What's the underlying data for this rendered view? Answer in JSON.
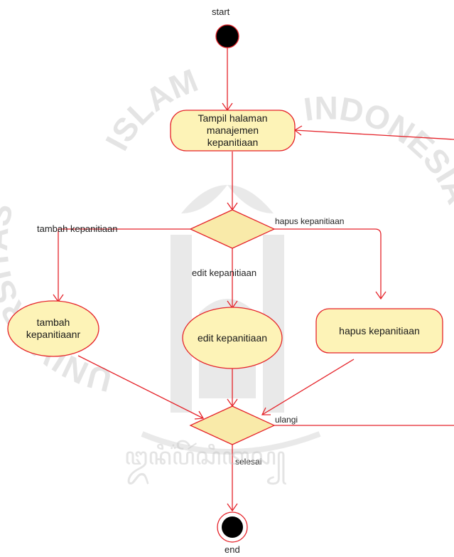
{
  "colors": {
    "stroke": "#e5232a",
    "node_fill": "#fdf3b7",
    "decision_fill": "#f9eaa9",
    "dot_fill": "#000000",
    "watermark": "#b3b3b3"
  },
  "nodes": {
    "start_label": "start",
    "end_label": "end",
    "tampil": {
      "lines": [
        "Tampil halaman",
        "manajemen",
        "kepanitiaan"
      ]
    },
    "tambah": {
      "lines": [
        "tambah",
        "kepanitiaanr"
      ]
    },
    "edit": {
      "lines": [
        "edit kepanitiaan"
      ]
    },
    "hapus": {
      "lines": [
        "hapus kepanitiaan"
      ]
    }
  },
  "edges": {
    "tambah_label": "tambah kepanitiaan",
    "edit_label": "edit kepanitiaan",
    "hapus_label": "hapus kepanitiaan",
    "ulangi_label": "ulangi",
    "selesai_label": "selesai"
  },
  "watermark": {
    "arc_left": "UNIVERSITAS",
    "arc_top": "ISLAM",
    "arc_right": "INDONESIA",
    "bottom_script": "ꦈꦤꦶꦥ꦳ꦼꦂꦱꦶꦠꦱ꧀"
  }
}
